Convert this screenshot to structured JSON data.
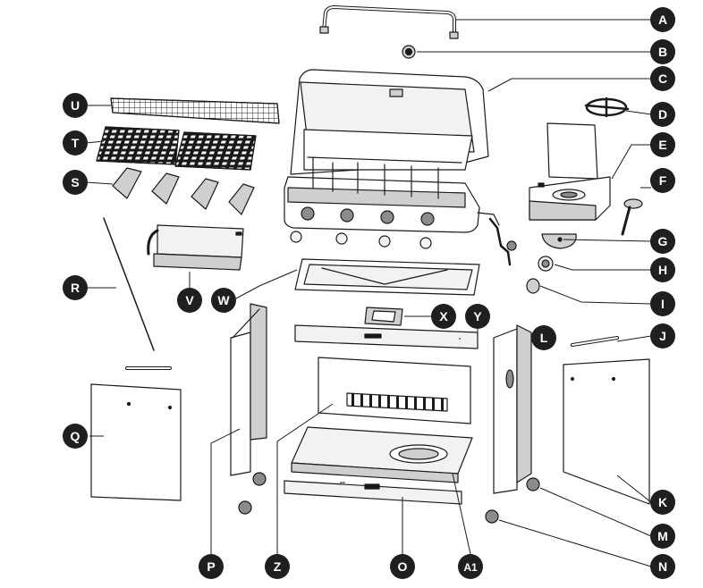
{
  "diagram": {
    "colors": {
      "line": "#1a1a1a",
      "badge_fill": "#1f1f1f",
      "badge_text": "#ffffff",
      "metal_light": "#f2f2f2",
      "metal_mid": "#cfcfcf",
      "metal_dark": "#8c8c8c"
    },
    "callouts": [
      {
        "id": "A",
        "label": "A",
        "part": "handle"
      },
      {
        "id": "B",
        "label": "B",
        "part": "thermometer"
      },
      {
        "id": "C",
        "label": "C",
        "part": "firebox-and-lid"
      },
      {
        "id": "D",
        "label": "D",
        "part": "side-burner-grate"
      },
      {
        "id": "E",
        "label": "E",
        "part": "side-burner-shelf"
      },
      {
        "id": "F",
        "label": "F",
        "part": "side-burner"
      },
      {
        "id": "G",
        "label": "G",
        "part": "knob-bezel"
      },
      {
        "id": "H",
        "label": "H",
        "part": "knob"
      },
      {
        "id": "I",
        "label": "I",
        "part": "control-knob"
      },
      {
        "id": "J",
        "label": "J",
        "part": "door-handle-right"
      },
      {
        "id": "K",
        "label": "K",
        "part": "right-door"
      },
      {
        "id": "L",
        "label": "L",
        "part": "right-side-panel"
      },
      {
        "id": "M",
        "label": "M",
        "part": "locking-caster"
      },
      {
        "id": "N",
        "label": "N",
        "part": "caster"
      },
      {
        "id": "O",
        "label": "O",
        "part": "front-rail"
      },
      {
        "id": "P",
        "label": "P",
        "part": "left-side-panel"
      },
      {
        "id": "Q",
        "label": "Q",
        "part": "left-door"
      },
      {
        "id": "R",
        "label": "R",
        "part": "lighting-rod"
      },
      {
        "id": "S",
        "label": "S",
        "part": "flame-tamers"
      },
      {
        "id": "T",
        "label": "T",
        "part": "cooking-grates"
      },
      {
        "id": "U",
        "label": "U",
        "part": "warming-rack"
      },
      {
        "id": "V",
        "label": "V",
        "part": "side-shelf"
      },
      {
        "id": "W",
        "label": "W",
        "part": "grease-tray"
      },
      {
        "id": "X",
        "label": "X",
        "part": "grease-cup"
      },
      {
        "id": "Y",
        "label": "Y",
        "part": "front-panel"
      },
      {
        "id": "Z",
        "label": "Z",
        "part": "back-panel"
      },
      {
        "id": "A1",
        "label": "A1",
        "part": "bottom-shelf"
      }
    ]
  }
}
